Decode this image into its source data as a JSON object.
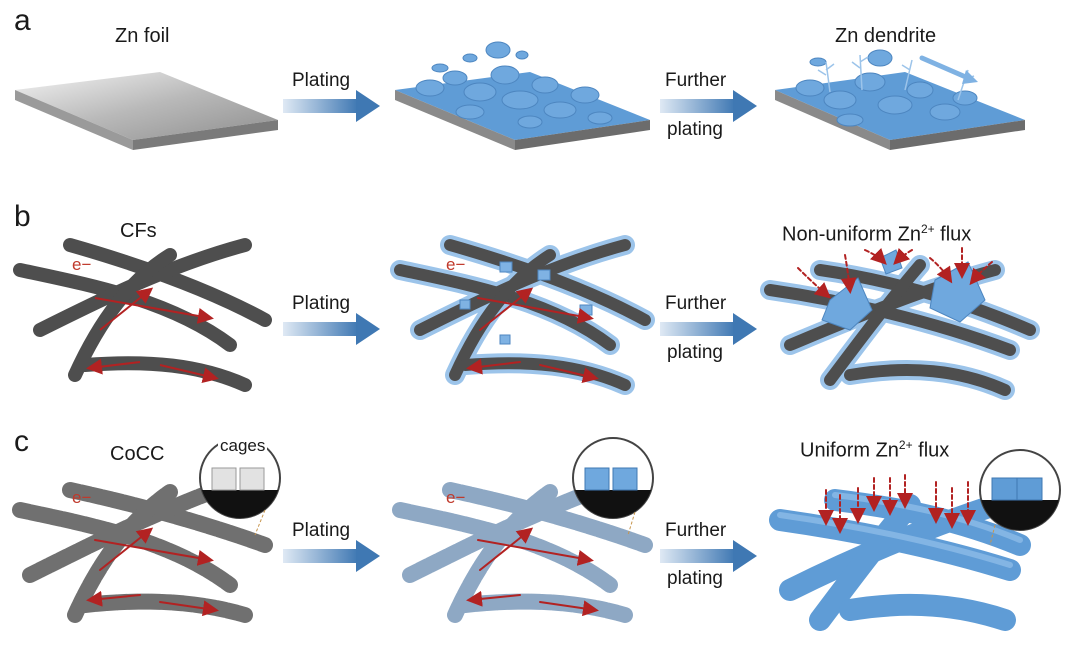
{
  "panels": {
    "a": {
      "letter": "a",
      "title_start": "Zn foil",
      "title_end": "Zn dendrite",
      "arrow1": "Plating",
      "arrow2_line1": "Further",
      "arrow2_line2": "plating"
    },
    "b": {
      "letter": "b",
      "title_start": "CFs",
      "electron": "e−",
      "electron_mid": "e−",
      "title_end_prefix": "Non-uniform Zn",
      "title_end_sup": "2+",
      "title_end_suffix": " flux",
      "arrow1": "Plating",
      "arrow2_line1": "Further",
      "arrow2_line2": "plating"
    },
    "c": {
      "letter": "c",
      "title_start": "CoCC",
      "inset_label": "cages",
      "electron": "e−",
      "electron_mid": "e−",
      "title_end_prefix": "Uniform Zn",
      "title_end_sup": "2+",
      "title_end_suffix": " flux",
      "arrow1": "Plating",
      "arrow2_line1": "Further",
      "arrow2_line2": "plating"
    }
  },
  "colors": {
    "zinc_blue": "#6fa3d6",
    "fiber_gray": "#5a5a5a",
    "electron_red": "#b22222",
    "arrow_blue": "#4f86bd"
  }
}
